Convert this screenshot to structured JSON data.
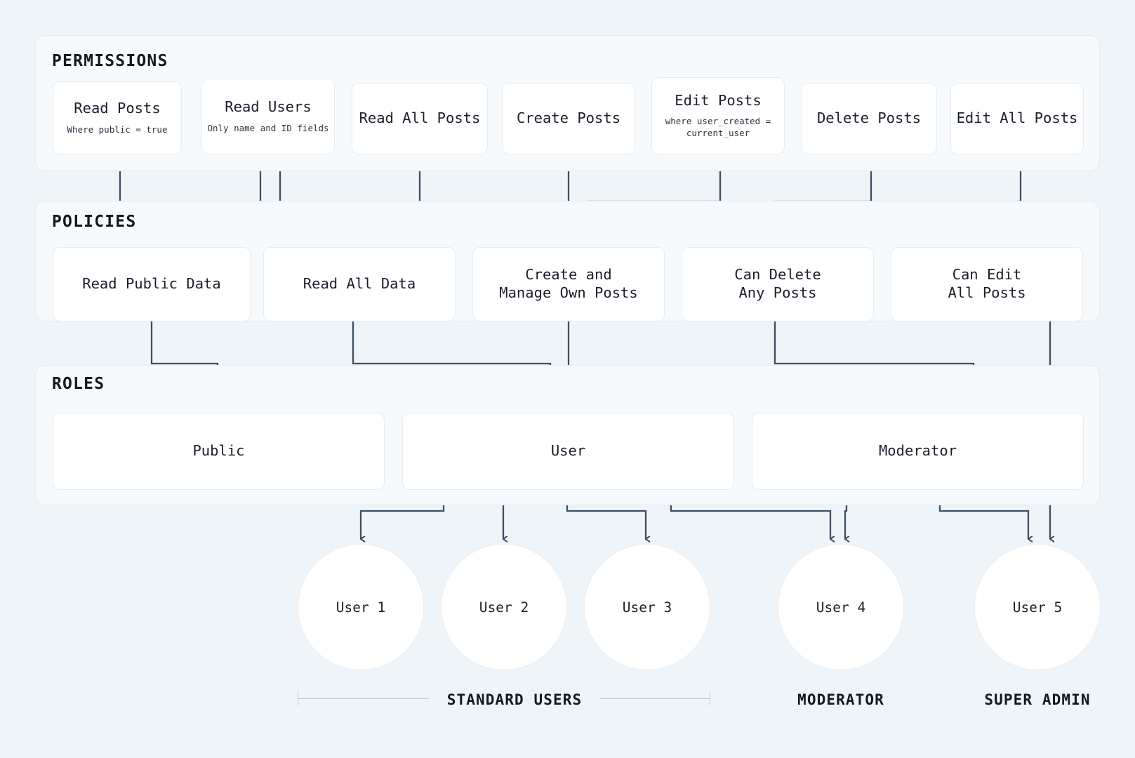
{
  "theme": {
    "page_bg": "#eff4f8",
    "panel_bg": "#f7fafc",
    "panel_border": "#e2eaf1",
    "card_bg": "#ffffff",
    "card_border": "#e7ecf1",
    "edge_color": "#3d4f63",
    "text_color": "#1a1f2b",
    "bracket_color": "#b8c7d6"
  },
  "sections": {
    "permissions": {
      "title": "PERMISSIONS"
    },
    "policies": {
      "title": "POLICIES"
    },
    "roles": {
      "title": "ROLES"
    }
  },
  "permissions": [
    {
      "id": "read-posts",
      "title": "Read Posts",
      "sub": "Where public = true"
    },
    {
      "id": "read-users",
      "title": "Read Users",
      "sub": "Only name and ID fields"
    },
    {
      "id": "read-all-posts",
      "title": "Read All Posts",
      "sub": ""
    },
    {
      "id": "create-posts",
      "title": "Create Posts",
      "sub": ""
    },
    {
      "id": "edit-posts",
      "title": "Edit Posts",
      "sub": "where user_created =\ncurrent_user"
    },
    {
      "id": "delete-posts",
      "title": "Delete Posts",
      "sub": ""
    },
    {
      "id": "edit-all-posts",
      "title": "Edit All Posts",
      "sub": ""
    }
  ],
  "policies": [
    {
      "id": "read-public-data",
      "title": "Read Public Data"
    },
    {
      "id": "read-all-data",
      "title": "Read All Data"
    },
    {
      "id": "create-manage",
      "title": "Create and\nManage Own Posts"
    },
    {
      "id": "can-delete-any",
      "title": "Can Delete\nAny Posts"
    },
    {
      "id": "can-edit-all",
      "title": "Can Edit\nAll Posts"
    }
  ],
  "roles": [
    {
      "id": "public",
      "title": "Public"
    },
    {
      "id": "user",
      "title": "User"
    },
    {
      "id": "moderator",
      "title": "Moderator"
    }
  ],
  "users": [
    {
      "id": "user-1",
      "label": "User 1"
    },
    {
      "id": "user-2",
      "label": "User 2"
    },
    {
      "id": "user-3",
      "label": "User 3"
    },
    {
      "id": "user-4",
      "label": "User 4"
    },
    {
      "id": "user-5",
      "label": "User 5"
    }
  ],
  "group_labels": [
    {
      "id": "standard-users",
      "label": "STANDARD USERS",
      "has_bracket": true
    },
    {
      "id": "moderator",
      "label": "MODERATOR",
      "has_bracket": false
    },
    {
      "id": "super-admin",
      "label": "SUPER ADMIN",
      "has_bracket": false
    }
  ],
  "chart_data": {
    "type": "diagram",
    "title": "Permissions / Policies / Roles / Users authorization hierarchy",
    "layers": [
      "PERMISSIONS",
      "POLICIES",
      "ROLES",
      "USERS"
    ],
    "edges": [
      {
        "from": "read-posts",
        "to": "read-public-data"
      },
      {
        "from": "read-users",
        "to": "read-public-data"
      },
      {
        "from": "read-users",
        "to": "read-all-data"
      },
      {
        "from": "read-all-posts",
        "to": "read-all-data"
      },
      {
        "from": "create-posts",
        "to": "create-manage"
      },
      {
        "from": "edit-posts",
        "to": "create-manage"
      },
      {
        "from": "delete-posts",
        "to": "can-delete-any"
      },
      {
        "from": "edit-all-posts",
        "to": "can-edit-all"
      },
      {
        "from": "read-public-data",
        "to": "public"
      },
      {
        "from": "read-all-data",
        "to": "user"
      },
      {
        "from": "create-manage",
        "to": "user"
      },
      {
        "from": "can-delete-any",
        "to": "moderator"
      },
      {
        "from": "can-edit-all",
        "to": "user-5"
      },
      {
        "from": "public",
        "to": "user-1"
      },
      {
        "from": "public",
        "to": "user-2"
      },
      {
        "from": "public",
        "to": "user-3"
      },
      {
        "from": "user",
        "to": "user-3"
      },
      {
        "from": "user",
        "to": "user-4"
      },
      {
        "from": "moderator",
        "to": "user-4"
      },
      {
        "from": "moderator",
        "to": "user-5"
      }
    ]
  }
}
